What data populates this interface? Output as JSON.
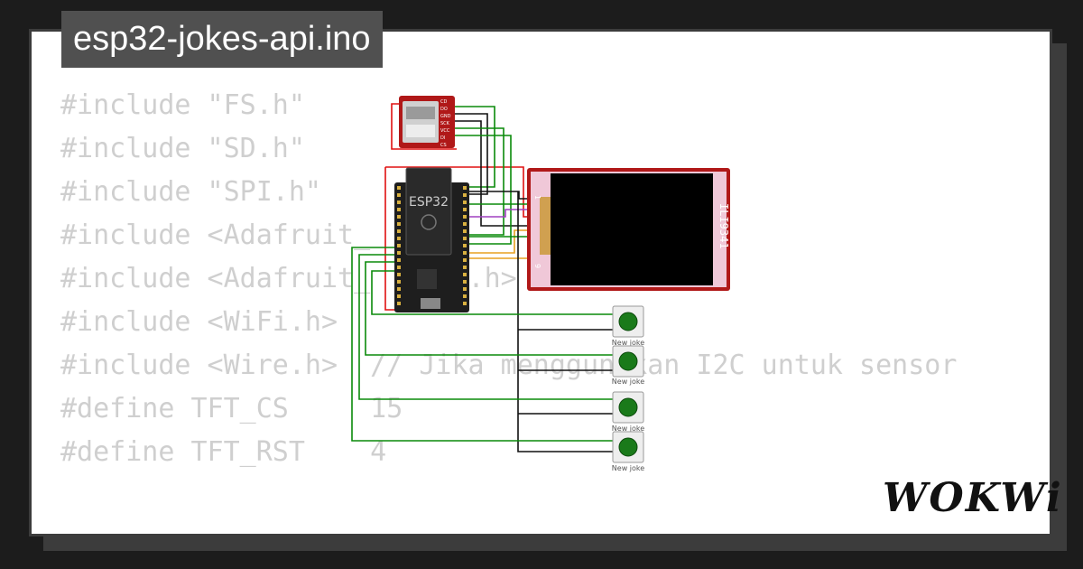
{
  "project": {
    "filename": "esp32-jokes-api.ino"
  },
  "code_lines": [
    "#include \"FS.h\"",
    "#include \"SD.h\"",
    "#include \"SPI.h\"",
    "#include <Adafruit_",
    "#include <Adafruit_  9341.h>",
    "#include <WiFi.h>",
    "",
    "#include <Wire.h>  // Jika menggunakan I2C untuk sensor",
    "",
    "#define TFT_CS     15",
    "#define TFT_RST    4"
  ],
  "circuit": {
    "mcu_label": "ESP32",
    "display_label": "ILI9341",
    "display_pins_start": "1",
    "display_pins_end": "9",
    "sd_pins": [
      "CD",
      "DO",
      "GND",
      "SCK",
      "VCC",
      "DI",
      "CS"
    ],
    "buttons": [
      {
        "label": "New joke"
      },
      {
        "label": "New joke"
      },
      {
        "label": "New joke"
      },
      {
        "label": "New joke"
      }
    ],
    "colors": {
      "button": "#1a7a1a",
      "board": "#b01818",
      "esp": "#1e1e1e",
      "wire_green": "#0a8a0a",
      "wire_red": "#e01010",
      "wire_black": "#111111"
    }
  },
  "brand": {
    "logo": "WOKWi"
  }
}
